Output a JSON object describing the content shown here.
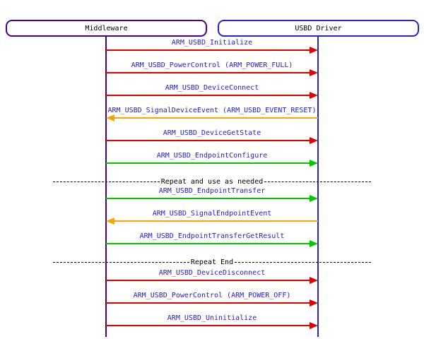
{
  "colors": {
    "red": "#E00000",
    "green": "#00C800",
    "orange": "#FFA500",
    "label_text": "#2222CC",
    "middleware_border": "#4B0082",
    "usbd_driver_border": "#2525CB",
    "separator_line": "#000000"
  },
  "entities": [
    {
      "label": "Middleware",
      "border": "middleware_border"
    },
    {
      "label": "USBD Driver",
      "border": "usbd_driver_border"
    }
  ],
  "rows": [
    {
      "type": "message",
      "label": "ARM_USBD_Initialize",
      "color": "red",
      "direction": "right"
    },
    {
      "type": "message",
      "label": "ARM_USBD_PowerControl (ARM_POWER_FULL)",
      "color": "red",
      "direction": "right"
    },
    {
      "type": "message",
      "label": "ARM_USBD_DeviceConnect",
      "color": "red",
      "direction": "right"
    },
    {
      "type": "message",
      "label": "ARM_USBD_SignalDeviceEvent (ARM_USBD_EVENT_RESET)",
      "color": "orange",
      "direction": "left"
    },
    {
      "type": "message",
      "label": "ARM_USBD_DeviceGetState",
      "color": "red",
      "direction": "right"
    },
    {
      "type": "message",
      "label": "ARM_USBD_EndpointConfigure",
      "color": "green",
      "direction": "right"
    },
    {
      "type": "separator",
      "label": "Repeat and use as needed"
    },
    {
      "type": "message",
      "label": "ARM_USBD_EndpointTransfer",
      "color": "green",
      "direction": "right"
    },
    {
      "type": "message",
      "label": "ARM_USBD_SignalEndpointEvent",
      "color": "orange",
      "direction": "left"
    },
    {
      "type": "message",
      "label": "ARM_USBD_EndpointTransferGetResult",
      "color": "green",
      "direction": "right"
    },
    {
      "type": "separator",
      "label": "Repeat End"
    },
    {
      "type": "message",
      "label": "ARM_USBD_DeviceDisconnect",
      "color": "red",
      "direction": "right"
    },
    {
      "type": "message",
      "label": "ARM_USBD_PowerControl (ARM_POWER_OFF)",
      "color": "red",
      "direction": "right"
    },
    {
      "type": "message",
      "label": "ARM_USBD_Uninitialize",
      "color": "red",
      "direction": "right"
    }
  ]
}
